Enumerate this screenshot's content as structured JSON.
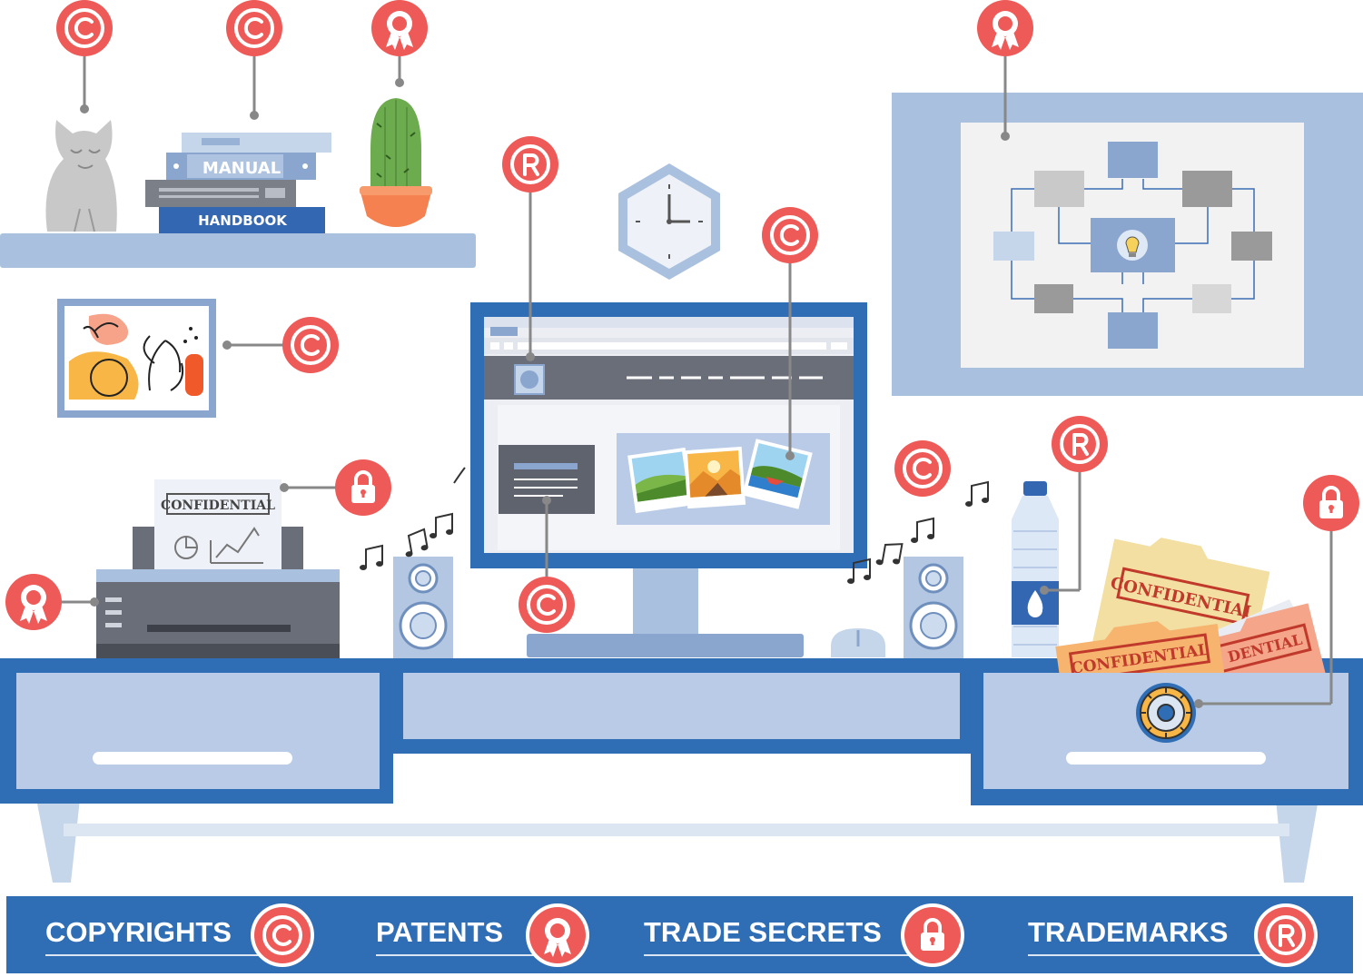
{
  "books": {
    "manual": "MANUAL",
    "handbook": "HANDBOOK"
  },
  "stamps": {
    "printer_doc": "CONFIDENTIAL",
    "folder_back": "CONFIDENTIAL",
    "folder_front": "CONFIDENTIAL",
    "folder_red": "DENTIAL"
  },
  "legend": {
    "copyrights": "COPYRIGHTS",
    "patents": "PATENTS",
    "trade_secrets": "TRADE SECRETS",
    "trademarks": "TRADEMARKS"
  },
  "icons": {
    "copyright": "copyright-icon",
    "patent": "patent-ribbon-icon",
    "trade_secret": "padlock-icon",
    "trademark": "registered-trademark-icon"
  },
  "colors": {
    "marker_red": "#ee5a57",
    "furniture_blue": "#2f6db5",
    "light_blue": "#a9c0de",
    "legend_bar": "#2f6db5"
  }
}
